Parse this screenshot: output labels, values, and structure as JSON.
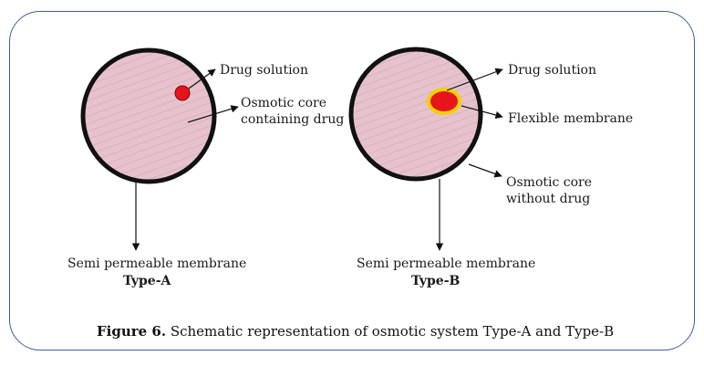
{
  "figure": {
    "caption_bold": "Figure 6.",
    "caption_rest": " Schematic representation of osmotic system Type-A and Type-B"
  },
  "type_a": {
    "drug_solution": "Drug solution",
    "core_line1": "Osmotic core",
    "core_line2": "containing drug",
    "membrane": "Semi permeable membrane",
    "type_label": "Type-A"
  },
  "type_b": {
    "drug_solution": "Drug solution",
    "flexible_membrane": "Flexible membrane",
    "core_line1": "Osmotic core",
    "core_line2": "without drug",
    "membrane": "Semi permeable membrane",
    "type_label": "Type-B"
  },
  "colors": {
    "frame_border": "#3e5d9c",
    "core_fill": "#e8c6cf",
    "outline": "#111111",
    "drug_red": "#e8141c",
    "flex_yellow": "#f5d000"
  }
}
